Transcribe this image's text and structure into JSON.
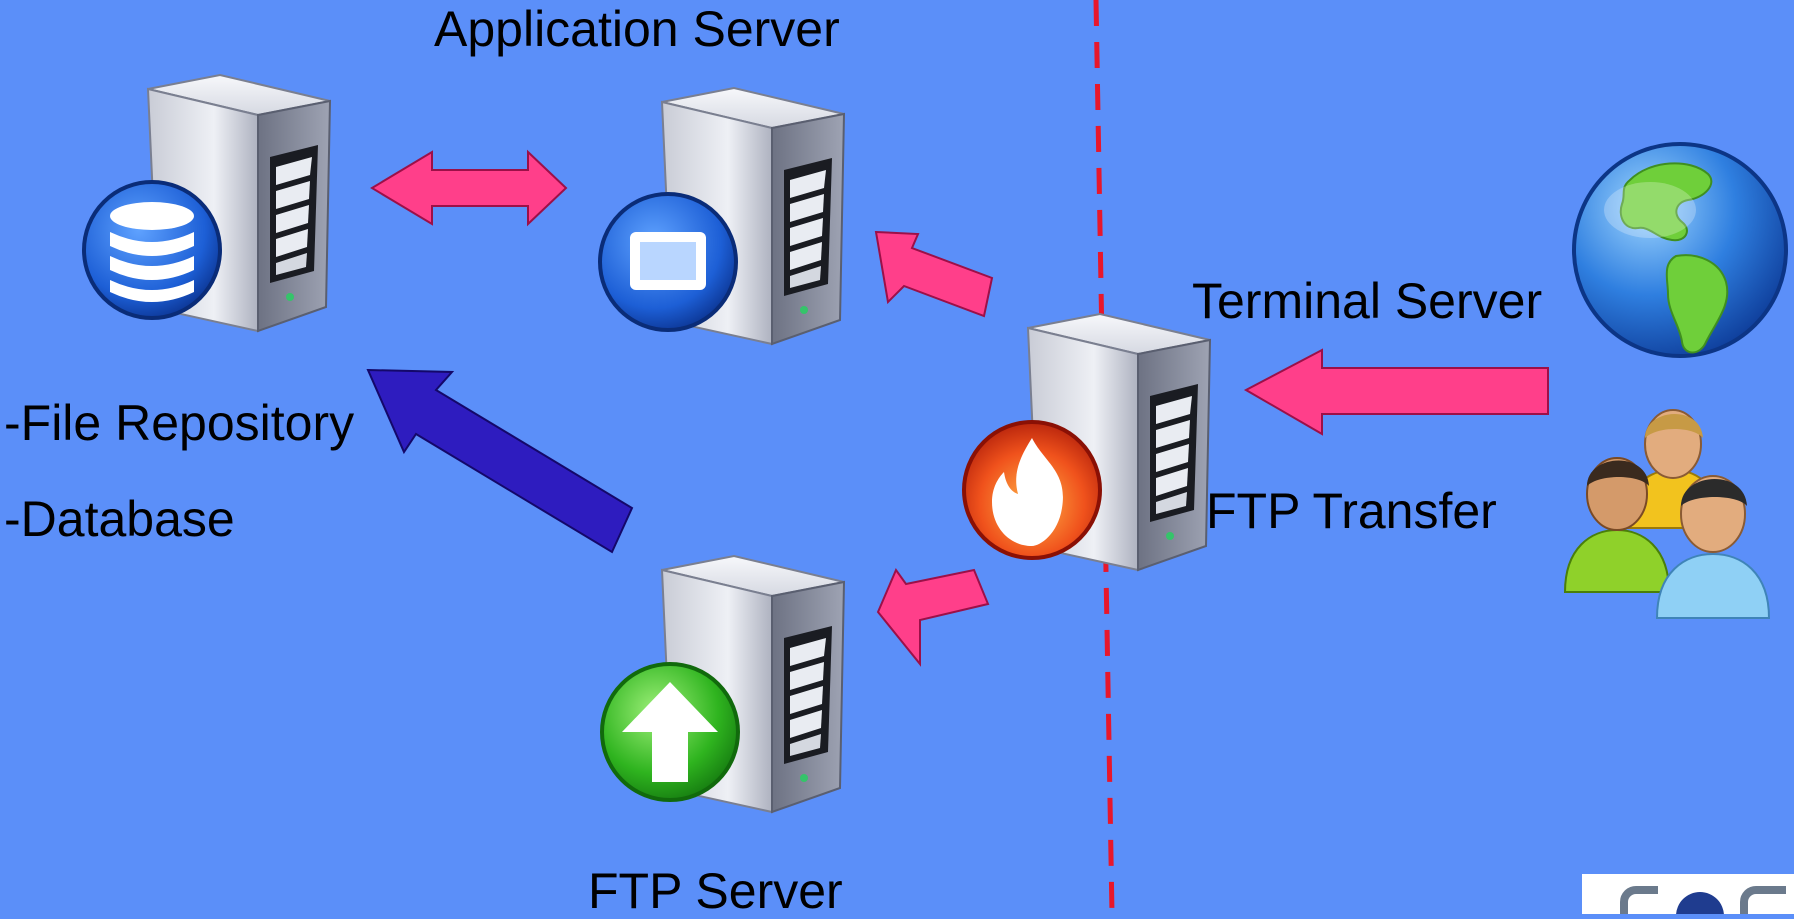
{
  "colors": {
    "background": "#5b8ff9",
    "arrow_pink": "#ff3f8a",
    "arrow_navy": "#2e1cbf",
    "divider": "#e8172b"
  },
  "labels": {
    "application_server": "Application Server",
    "terminal_server": "Terminal Server",
    "ftp_transfer": "FTP Transfer",
    "ftp_server": "FTP Server",
    "file_repository": "-File Repository",
    "database": "-Database"
  },
  "icons": {
    "database_server": "database-server-icon",
    "application_server": "application-server-icon",
    "firewall_server": "firewall-server-icon",
    "ftp_server": "ftp-upload-server-icon",
    "internet": "globe-icon",
    "users": "users-group-icon",
    "logo": "logo-partial-icon"
  }
}
